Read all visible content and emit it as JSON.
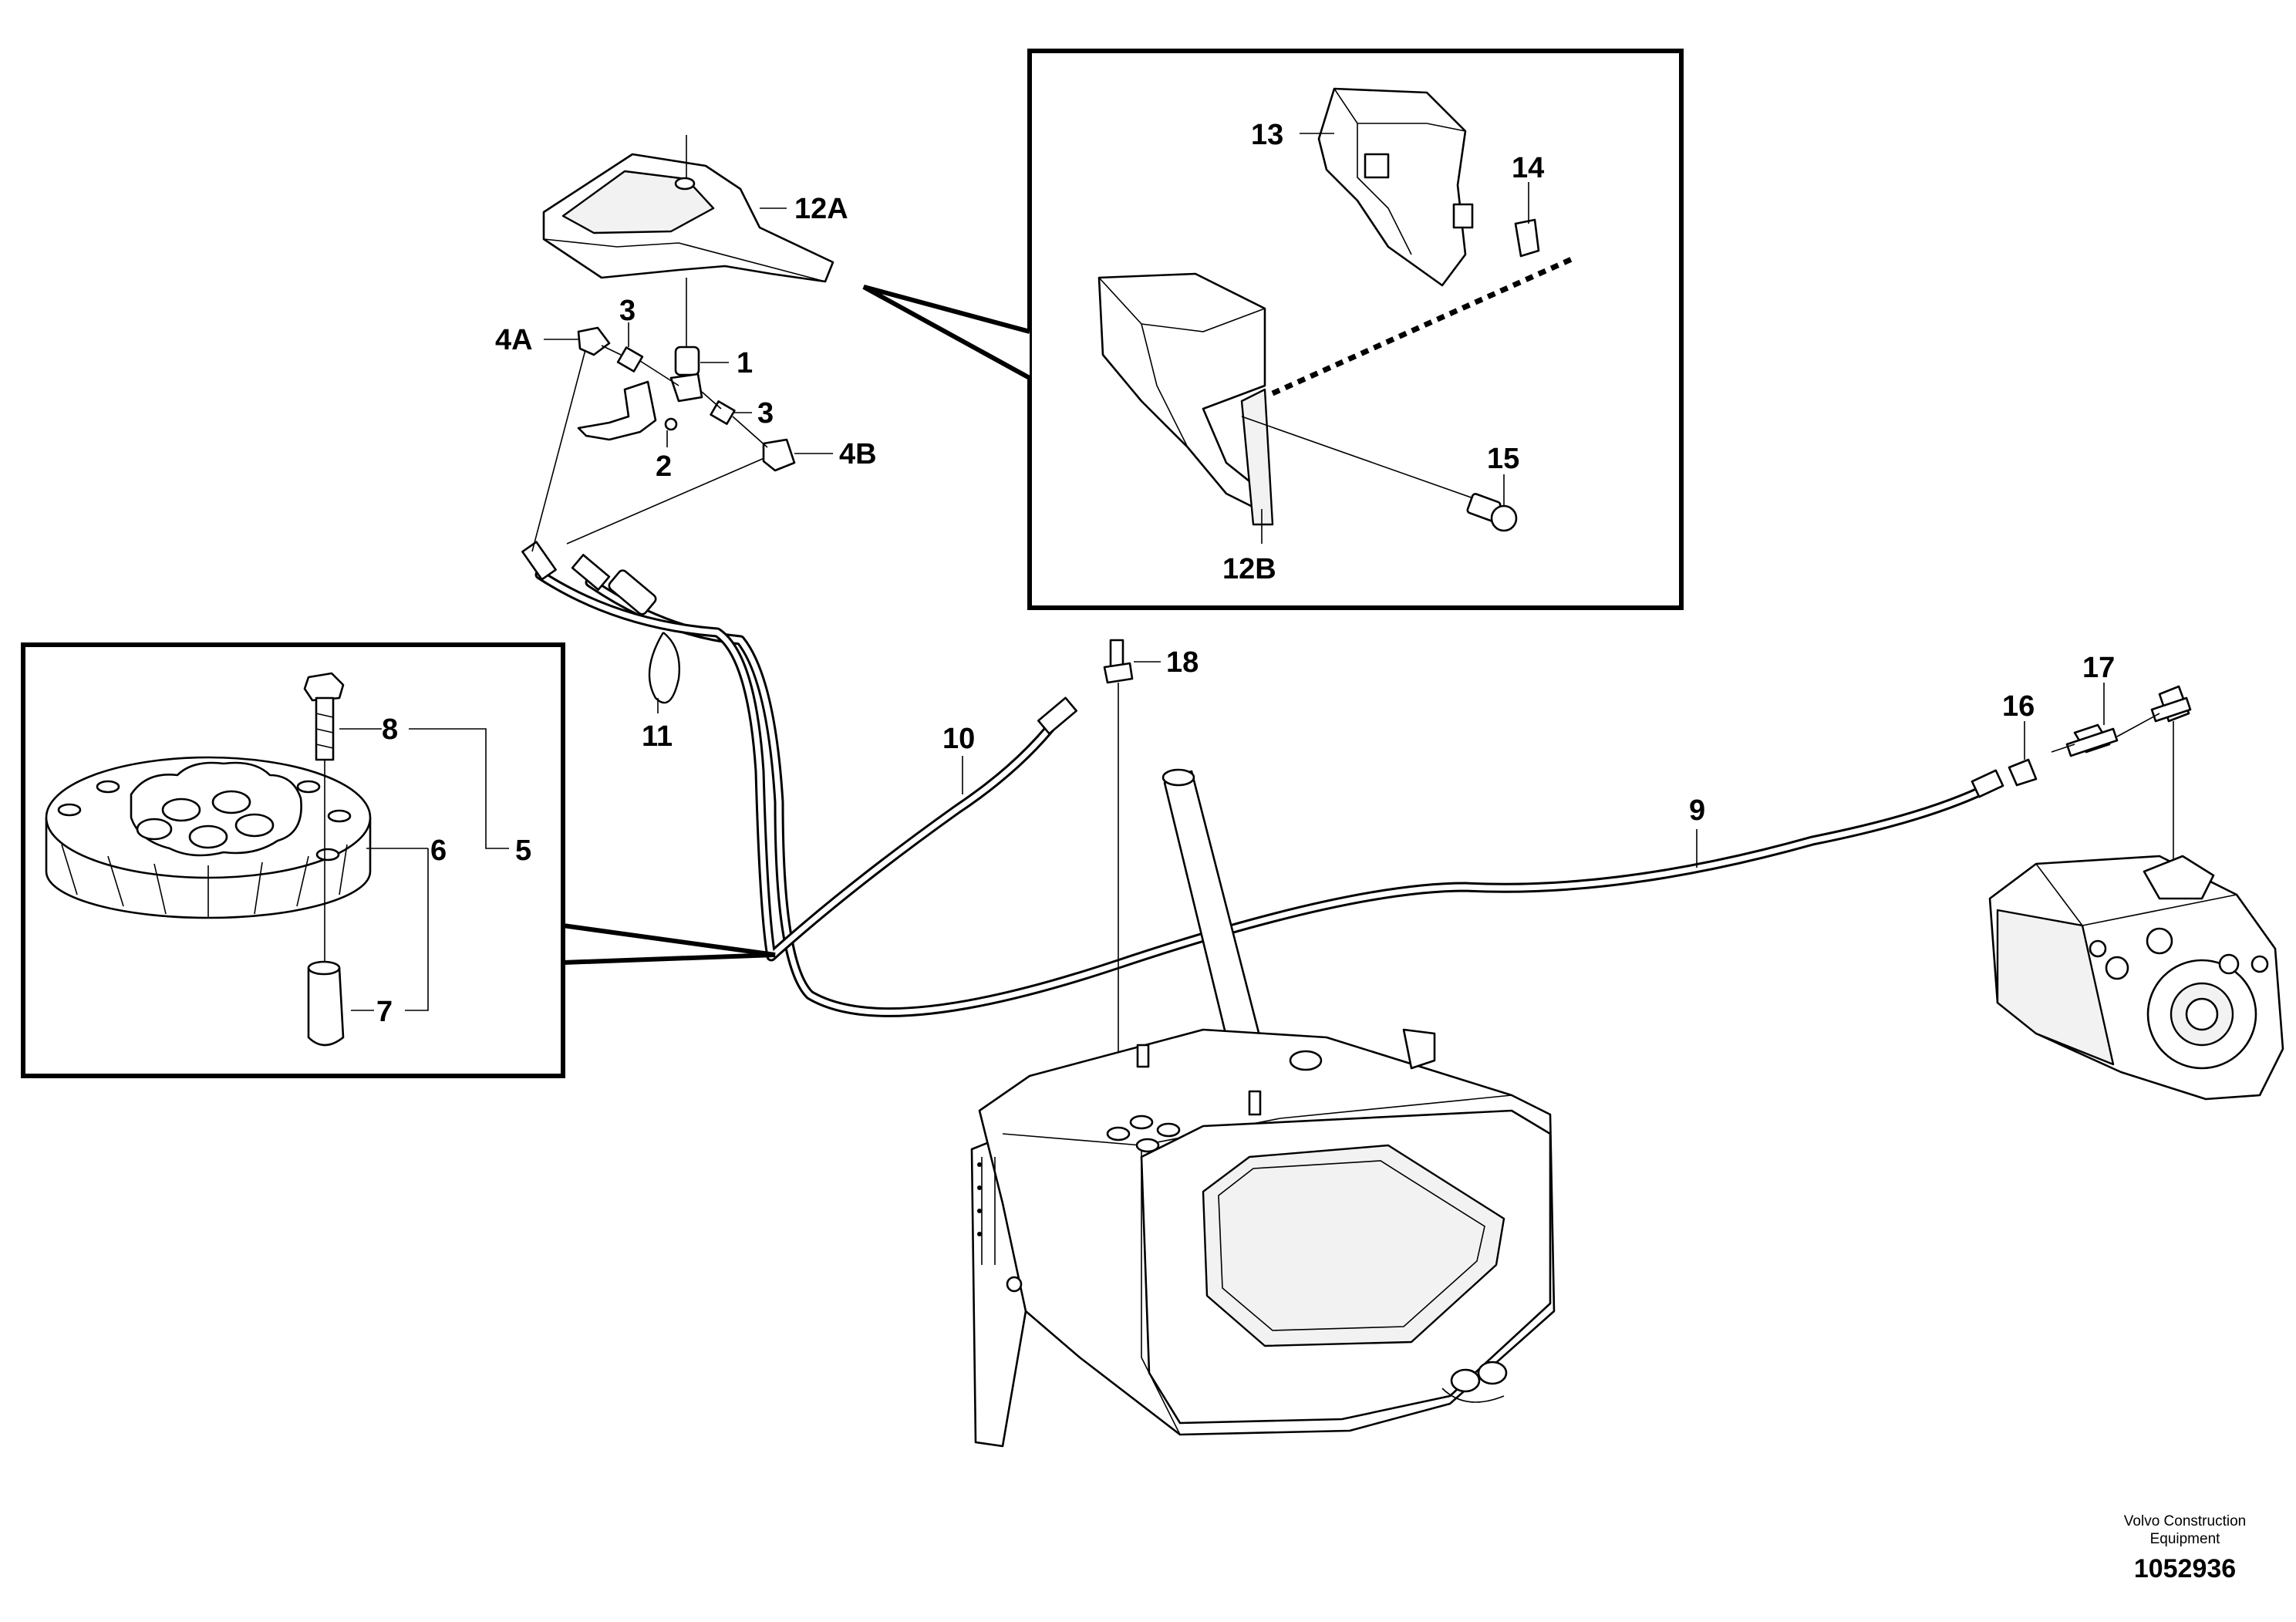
{
  "callouts": {
    "c1": "1",
    "c2": "2",
    "c3a": "3",
    "c3b": "3",
    "c4a": "4A",
    "c4b": "4B",
    "c5": "5",
    "c6": "6",
    "c7": "7",
    "c8": "8",
    "c9": "9",
    "c10": "10",
    "c11": "11",
    "c12a": "12A",
    "c12b": "12B",
    "c13": "13",
    "c14": "14",
    "c15": "15",
    "c16": "16",
    "c17": "17",
    "c18": "18"
  },
  "credit": {
    "line1": "Volvo Construction",
    "line2": "Equipment"
  },
  "document_number": "1052936"
}
